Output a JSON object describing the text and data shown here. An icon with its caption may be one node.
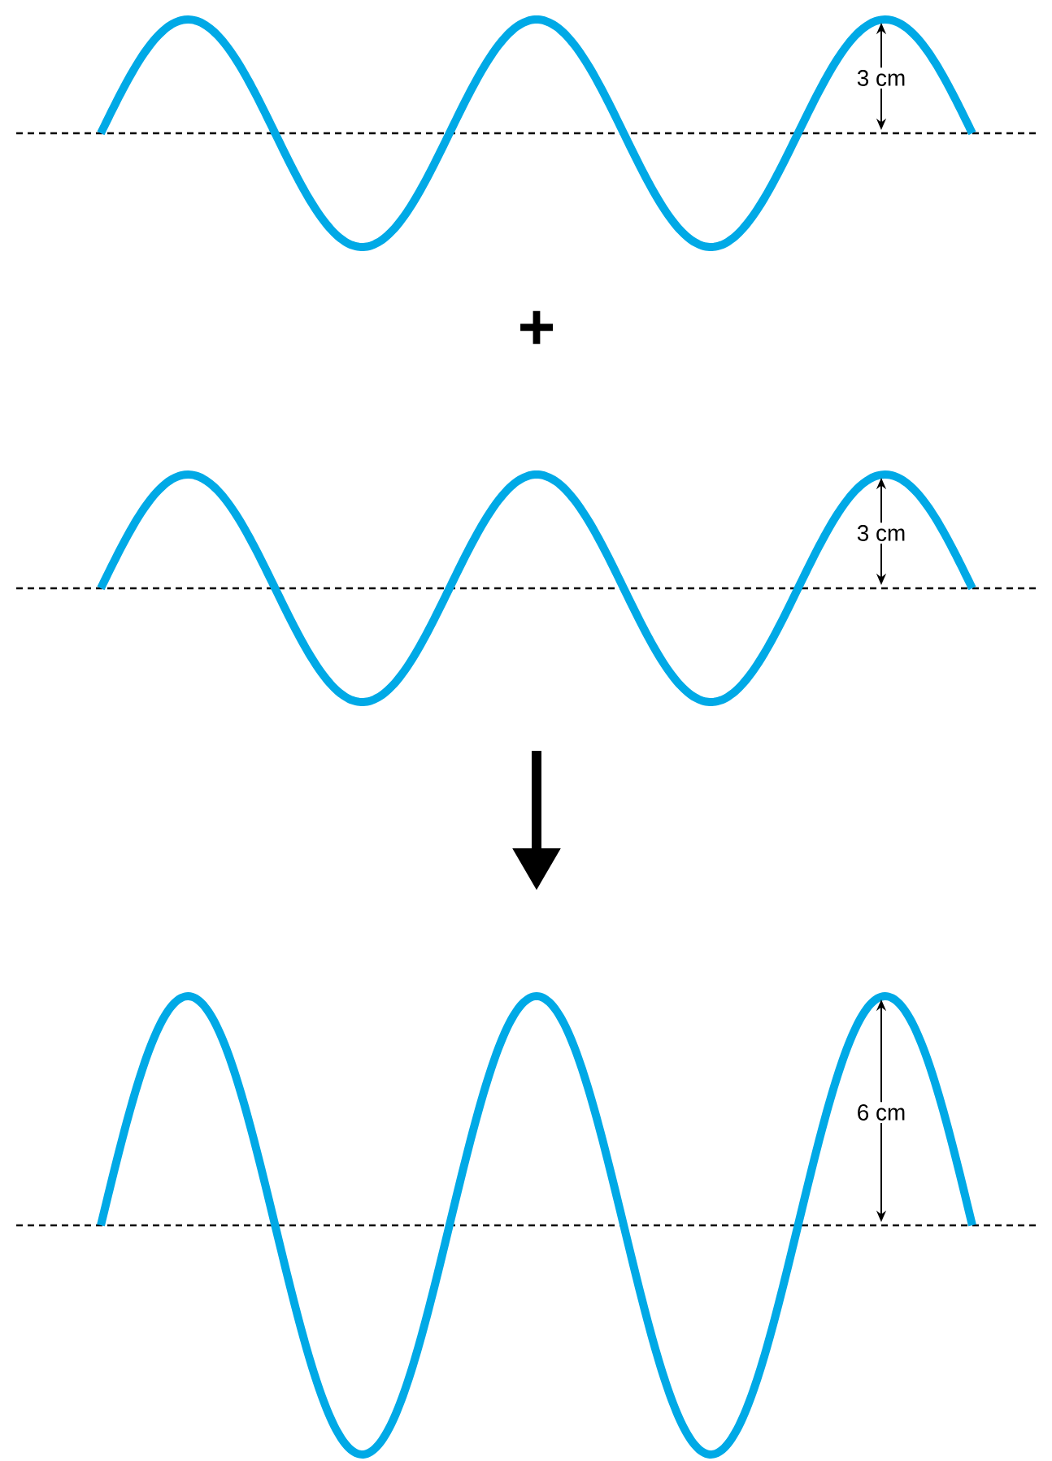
{
  "diagram": {
    "labels": [
      "3 cm",
      "+",
      "3 cm",
      "6 cm"
    ]
  }
}
